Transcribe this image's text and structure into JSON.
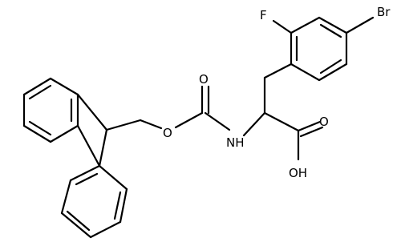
{
  "diagram": {
    "atoms": {
      "bromine": "Br",
      "fluorine": "F",
      "ester_oxygen": "O",
      "carbonyl_oxygen": "O",
      "amine": "NH",
      "acid_carbonyl_oxygen": "O",
      "hydroxyl": "OH"
    },
    "colors": {
      "bond": "#000000",
      "label": "#000000",
      "background": "#ffffff"
    }
  }
}
